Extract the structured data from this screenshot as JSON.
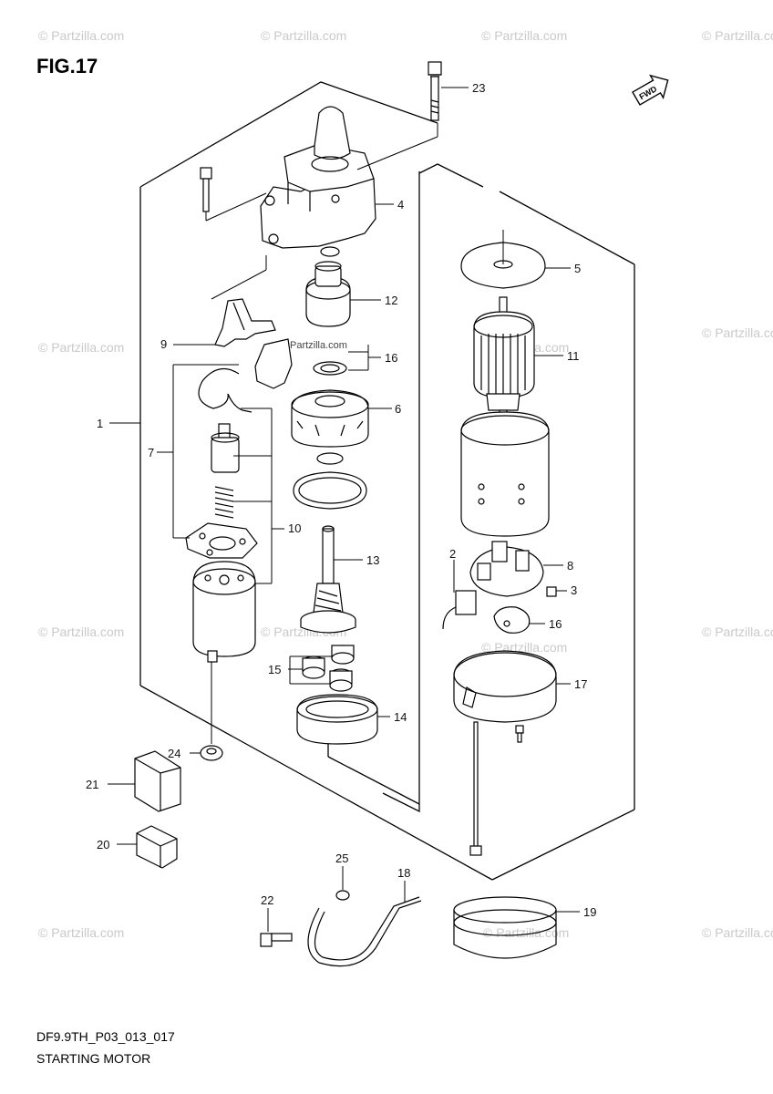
{
  "figure": {
    "title": "FIG.17",
    "code": "DF9.9TH_P03_013_017",
    "name": "STARTING MOTOR",
    "fwd_label": "FWD"
  },
  "watermark": {
    "text": "© Partzilla.com",
    "inline_text": "Partzilla.com"
  },
  "callouts": [
    {
      "id": "c1",
      "label": "1"
    },
    {
      "id": "c2",
      "label": "2"
    },
    {
      "id": "c3",
      "label": "3"
    },
    {
      "id": "c4",
      "label": "4"
    },
    {
      "id": "c5",
      "label": "5"
    },
    {
      "id": "c6",
      "label": "6"
    },
    {
      "id": "c7",
      "label": "7"
    },
    {
      "id": "c8",
      "label": "8"
    },
    {
      "id": "c9",
      "label": "9"
    },
    {
      "id": "c10",
      "label": "10"
    },
    {
      "id": "c11",
      "label": "11"
    },
    {
      "id": "c12",
      "label": "12"
    },
    {
      "id": "c13",
      "label": "13"
    },
    {
      "id": "c14",
      "label": "14"
    },
    {
      "id": "c15",
      "label": "15"
    },
    {
      "id": "c16a",
      "label": "16"
    },
    {
      "id": "c16b",
      "label": "16"
    },
    {
      "id": "c17",
      "label": "17"
    },
    {
      "id": "c18",
      "label": "18"
    },
    {
      "id": "c19",
      "label": "19"
    },
    {
      "id": "c20",
      "label": "20"
    },
    {
      "id": "c21",
      "label": "21"
    },
    {
      "id": "c22",
      "label": "22"
    },
    {
      "id": "c23",
      "label": "23"
    },
    {
      "id": "c24",
      "label": "24"
    },
    {
      "id": "c25",
      "label": "25"
    }
  ],
  "icons": [
    "fwd-arrow-icon"
  ]
}
